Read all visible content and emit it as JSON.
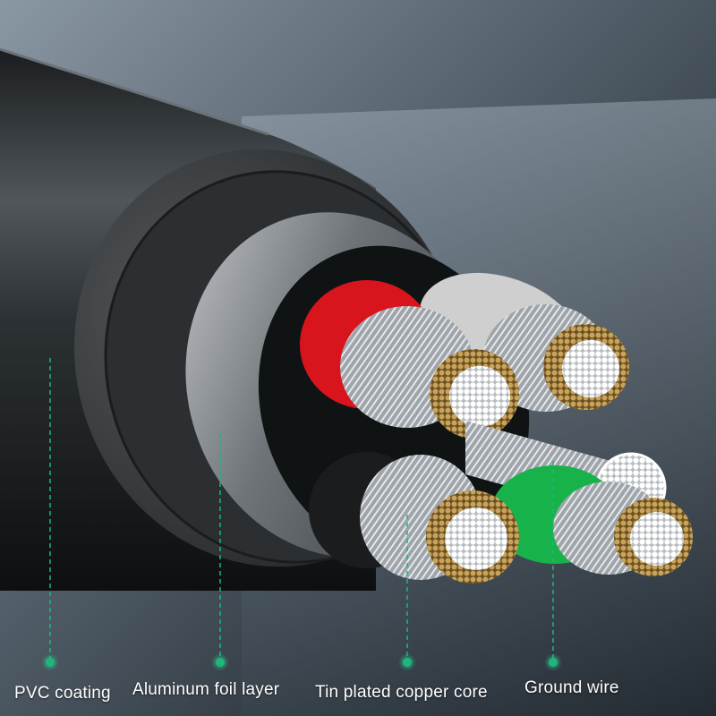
{
  "colors": {
    "accent": "#1fb57c",
    "label_text": "#ffffff",
    "background": "#1b2228",
    "jacket": "#2f3336",
    "red_insulation": "#d8141c",
    "green_insulation": "#18b24a",
    "grey_insulation": "#cfcfcf",
    "tin_strands": "#b28a45"
  },
  "callouts": [
    {
      "id": "pvc-coating",
      "label": "PVC coating"
    },
    {
      "id": "aluminum-foil-layer",
      "label": "Aluminum foil layer"
    },
    {
      "id": "tin-plated-copper-core",
      "label": "Tin plated copper core"
    },
    {
      "id": "ground-wire",
      "label": "Ground wire"
    }
  ]
}
